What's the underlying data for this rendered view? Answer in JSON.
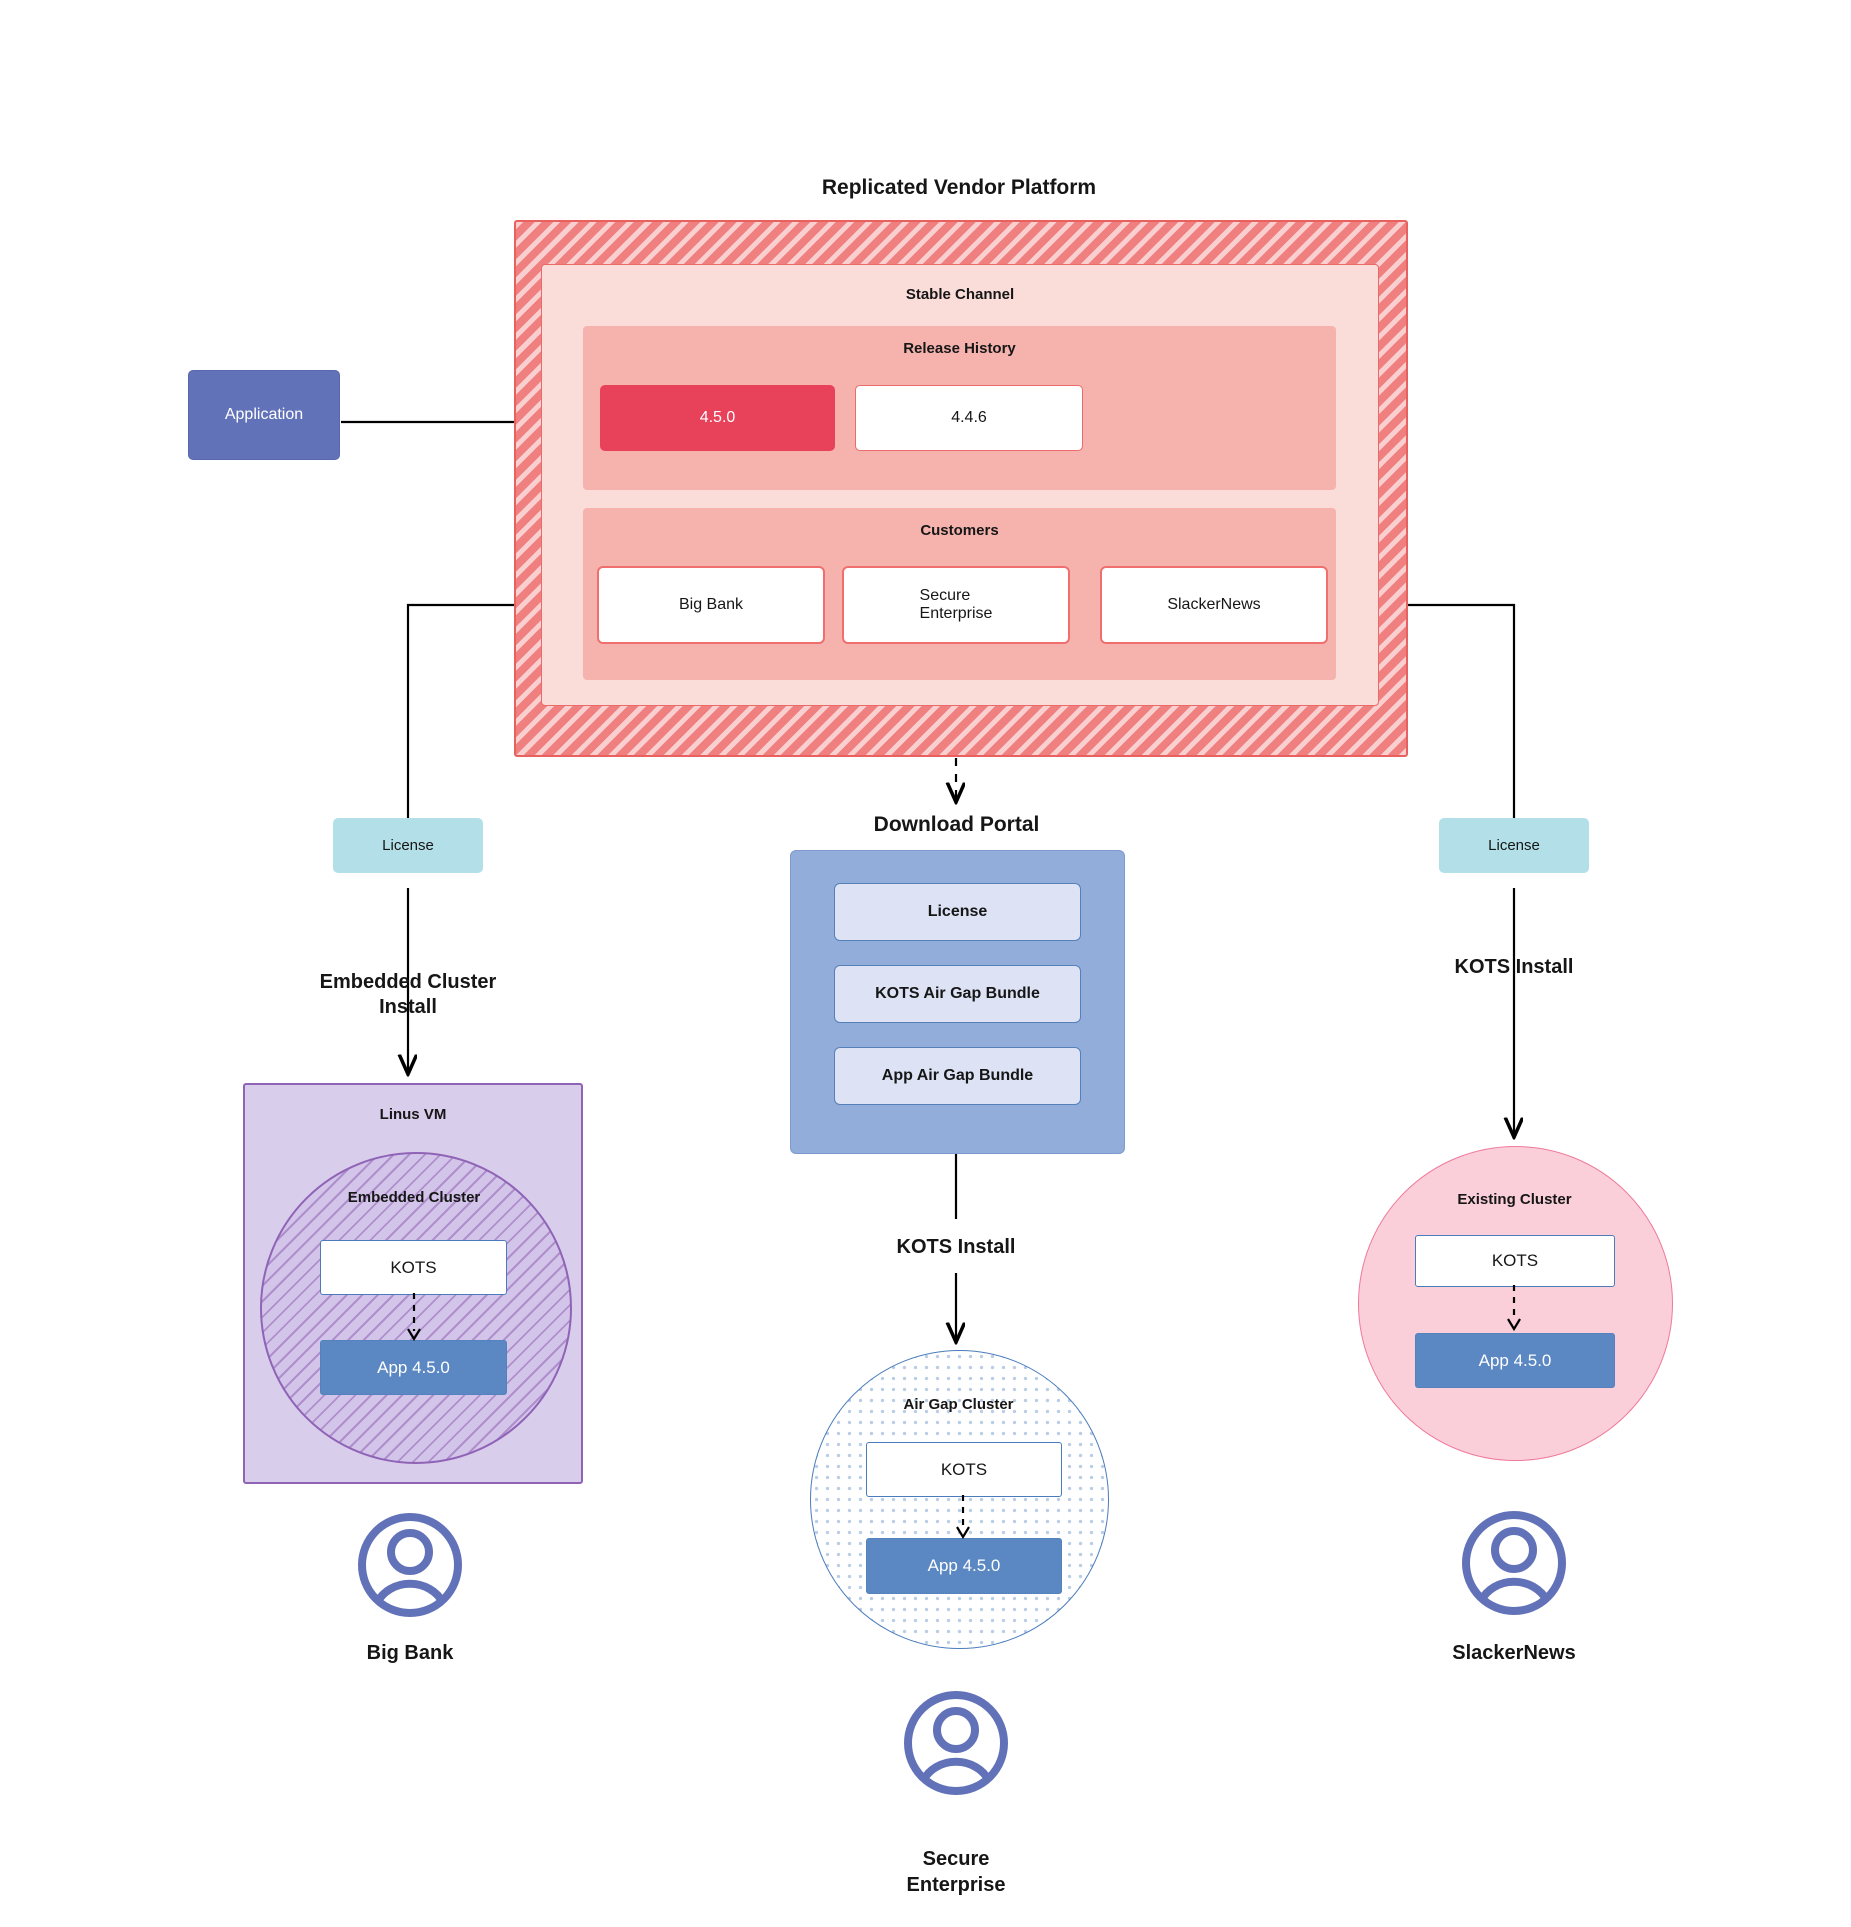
{
  "diagram": {
    "title": "Replicated Vendor Platform",
    "vendor_platform": {
      "label": "Replicated Vendor Platform",
      "channel": {
        "label": "Stable Channel",
        "release_history": {
          "label": "Release History",
          "releases": [
            {
              "version": "4.5.0",
              "state": "current"
            },
            {
              "version": "4.4.6",
              "state": "past"
            }
          ]
        },
        "customers": {
          "label": "Customers",
          "items": [
            {
              "name": "Big Bank"
            },
            {
              "name": "Secure\nEnterprise"
            },
            {
              "name": "SlackerNews"
            }
          ]
        }
      }
    },
    "application_node": {
      "label": "Application"
    },
    "license_left": {
      "label": "License"
    },
    "license_right": {
      "label": "License"
    },
    "download_portal": {
      "title": "Download  Portal",
      "items": [
        {
          "label": "License"
        },
        {
          "label": "KOTS Air Gap Bundle"
        },
        {
          "label": "App Air Gap Bundle"
        }
      ]
    },
    "edge_labels": {
      "embedded_cluster_install": "Embedded Cluster\nInstall",
      "kots_install_center": "KOTS Install",
      "kots_install_right": "KOTS Install"
    },
    "targets": {
      "linux_vm": {
        "label": "Linus VM",
        "cluster_label": "Embedded Cluster",
        "kots_label": "KOTS",
        "app_label": "App 4.5.0"
      },
      "air_gap": {
        "cluster_label": "Air Gap Cluster",
        "kots_label": "KOTS",
        "app_label": "App 4.5.0"
      },
      "existing": {
        "cluster_label": "Existing Cluster",
        "kots_label": "KOTS",
        "app_label": "App 4.5.0"
      }
    },
    "personas": [
      {
        "name": "Big Bank"
      },
      {
        "name": "Secure\nEnterprise"
      },
      {
        "name": "SlackerNews"
      }
    ],
    "colors": {
      "vendor_hatch": "#f08080",
      "channel_bg": "#fadcd9",
      "group_bg": "#f6b3ad",
      "release_current": "#e8415a",
      "customer_border": "#ef6f6f",
      "application": "#6272b8",
      "license_chip": "#b3e0e8",
      "portal_bg": "#93adda",
      "portal_item": "#dde3f5",
      "linux_vm": "#d9cdec",
      "embedded_border": "#8f63b5",
      "airgap_border": "#4a7cbb",
      "existing_cluster": "#fbcfd9",
      "app_box": "#5b88c3",
      "avatar": "#6272b8"
    }
  }
}
